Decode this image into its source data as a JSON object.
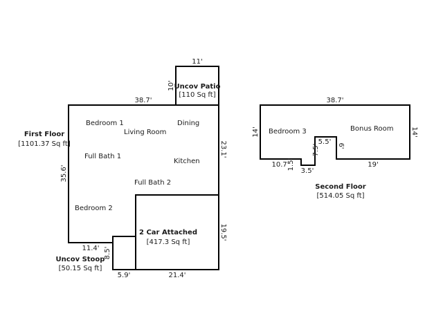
{
  "first_floor": {
    "title": "First Floor",
    "area": "[1101.37 Sq ft]",
    "rooms": {
      "bedroom1": "Bedroom 1",
      "living_room": "Living Room",
      "dining": "Dining",
      "full_bath1": "Full Bath 1",
      "kitchen": "Kitchen",
      "full_bath2": "Full Bath 2",
      "bedroom2": "Bedroom 2"
    },
    "dims": {
      "top": "38.7'",
      "left": "35.6'",
      "right": "23.1'",
      "bottom_left": "11.4'"
    }
  },
  "patio": {
    "title": "Uncov Patio",
    "area": "[110 Sq ft]",
    "dims": {
      "top": "11'",
      "left": "10'"
    }
  },
  "garage": {
    "title": "2 Car Attached",
    "area": "[417.3 Sq ft]",
    "dims": {
      "right": "19.5'",
      "bottom": "21.4'"
    }
  },
  "stoop": {
    "title": "Uncov Stoop",
    "area": "[50.15 Sq ft]",
    "dims": {
      "left": "8.5'",
      "bottom": "5.9'"
    }
  },
  "second_floor": {
    "title": "Second Floor",
    "area": "[514.05 Sq ft]",
    "rooms": {
      "bedroom3": "Bedroom 3",
      "bonus_room": "Bonus Room"
    },
    "dims": {
      "top": "38.7'",
      "left": "14'",
      "right": "14'",
      "bottom_left": "10.7'",
      "notch1_v": "1.5'",
      "notch1_h": "3.5'",
      "notch2_top": "5.5'",
      "notch2_v1": "7.5'",
      "notch2_v2": "6'",
      "bottom_right": "19'"
    }
  }
}
